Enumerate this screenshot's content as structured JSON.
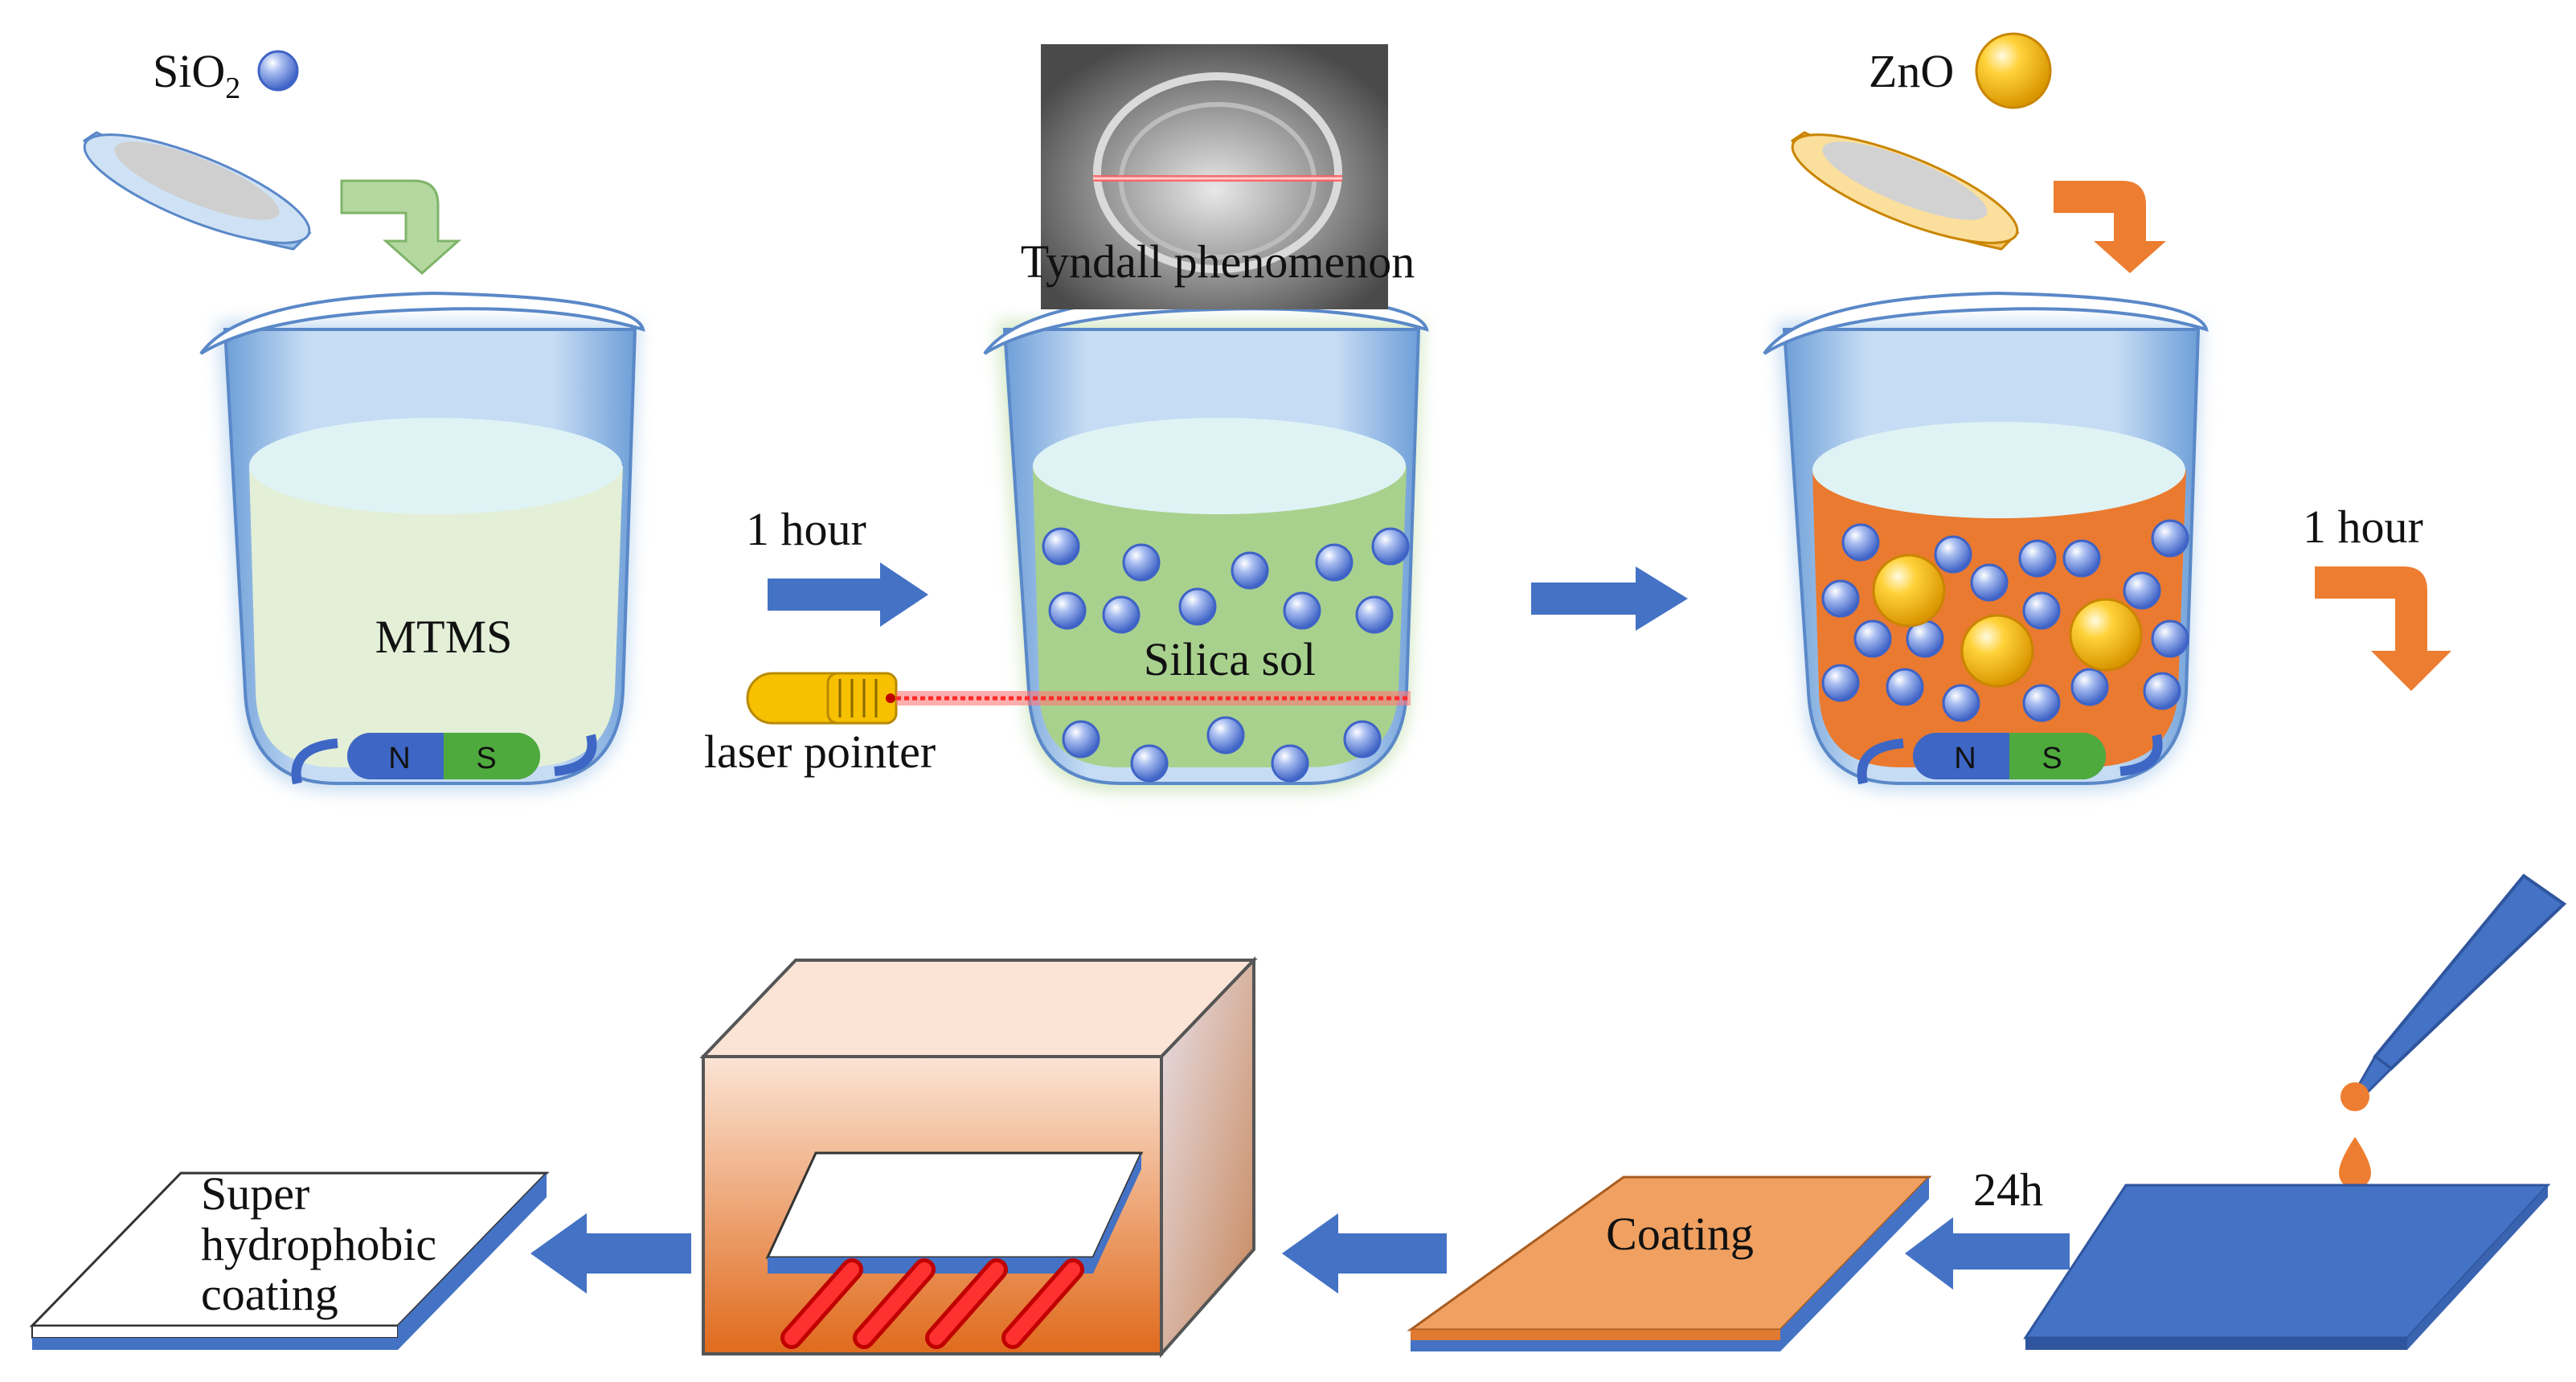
{
  "labels": {
    "sio2": "SiO",
    "sio2_sub": "2",
    "zno": "ZnO",
    "mtms": "MTMS",
    "tyndall": "Tyndall phenomenon",
    "silica_sol": "Silica sol",
    "laser_pointer": "laser pointer",
    "step1_time": "1 hour",
    "step3_time": "1 hour",
    "coating_time": "24h",
    "coating": "Coating",
    "result_line1": "Super",
    "result_line2": "hydrophobic",
    "result_line3": "coating",
    "magnet_n": "N",
    "magnet_s": "S"
  },
  "colors": {
    "beaker_glass": "#9cc3e8",
    "mtms_liquid": "#e3efd6",
    "silica_liquid": "#a9d18e",
    "zno_liquid": "#ea7a30",
    "sio2_particle": "#5b7fd4",
    "zno_particle": "#f2b300",
    "arrow_blue": "#4472c4",
    "arrow_orange": "#ed7d31",
    "arrow_green": "#a9d18e",
    "laser": "#ff2a2a",
    "substrate_blue": "#4472c4",
    "coating_orange": "#f0a060",
    "oven_face": "#f4b183"
  }
}
